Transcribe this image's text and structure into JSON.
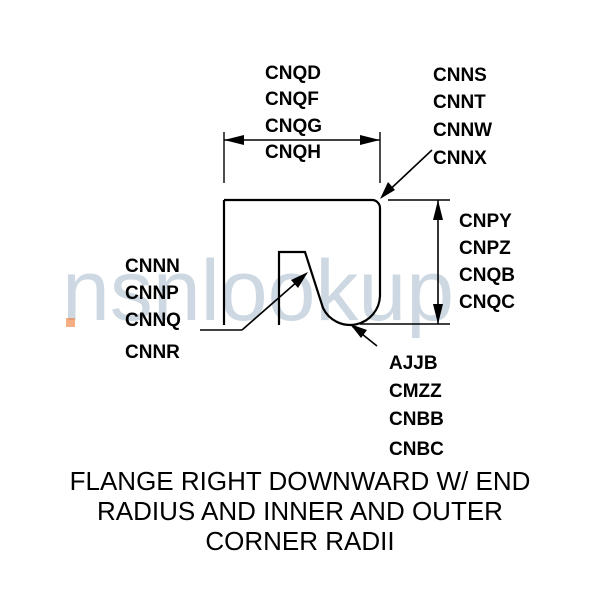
{
  "watermark": "nsnlookup",
  "labels": {
    "top_dimension": [
      "CNQD",
      "CNQF",
      "CNQG",
      "CNQH"
    ],
    "outer_corner": [
      "CNNS",
      "CNNT",
      "CNNW",
      "CNNX"
    ],
    "flange_height": [
      "CNPY",
      "CNPZ",
      "CNQB",
      "CNQC"
    ],
    "end_radius": [
      "CNNN",
      "CNNP",
      "CNNQ",
      "CNNR"
    ],
    "inner_corner": [
      "AJJB",
      "CMZZ",
      "CNBB",
      "CNBC"
    ]
  },
  "caption": [
    "FLANGE RIGHT DOWNWARD W/ END",
    "RADIUS AND INNER AND OUTER",
    "CORNER RADII"
  ]
}
